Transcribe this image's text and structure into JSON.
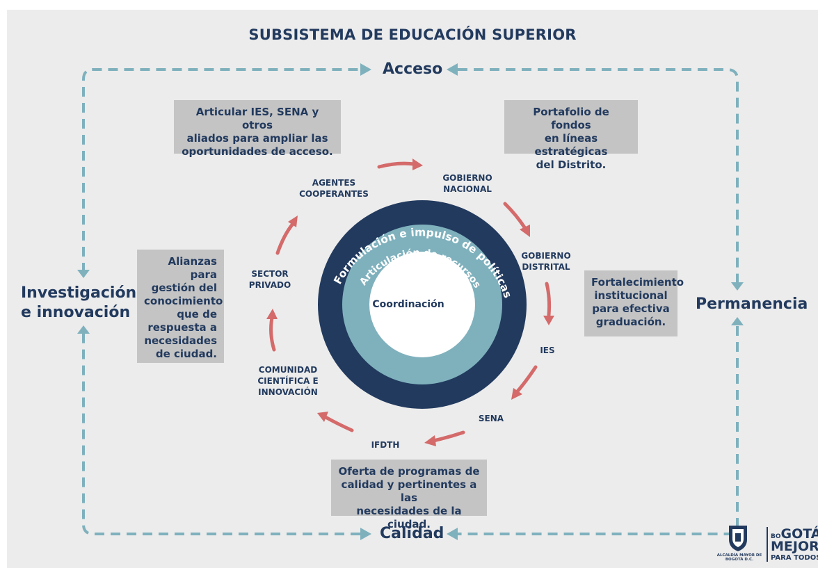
{
  "title": "SUBSISTEMA DE EDUCACIÓN SUPERIOR",
  "cycle": {
    "top": "Acceso",
    "right": "Permanencia",
    "bottom": "Calidad",
    "left": [
      "Investigación",
      "e innovación"
    ]
  },
  "boxes": {
    "top_left": [
      "Articular IES, SENA y otros",
      "aliados para ampliar las",
      "oportunidades de acceso."
    ],
    "top_right": [
      "Portafolio de fondos",
      "en líneas estratégicas",
      "del Distrito."
    ],
    "left": [
      "Alianzas para",
      "gestión del",
      "conocimiento",
      "que de",
      "respuesta a",
      "necesidades",
      "de ciudad."
    ],
    "right": [
      "Fortalecimiento",
      "institucional",
      "para efectiva",
      "graduación."
    ],
    "bottom": [
      "Oferta de programas de",
      "calidad y pertinentes a las",
      "necesidades de la ciudad."
    ]
  },
  "agents": {
    "agentes": [
      "AGENTES",
      "COOPERANTES"
    ],
    "gob_nacional": [
      "GOBIERNO",
      "NACIONAL"
    ],
    "gob_distrital": [
      "GOBIERNO",
      "DISTRITAL"
    ],
    "ies": "IES",
    "sena": "SENA",
    "ifdth": "IFDTH",
    "comunidad": [
      "COMUNIDAD",
      "CIENTÍFICA E",
      "INNOVACIÓN"
    ],
    "sector": [
      "SECTOR",
      "PRIVADO"
    ]
  },
  "center": {
    "outer_ring": "Formulación e impulso de políticas",
    "middle_ring": "Articulación de recursos",
    "core": "Coordinación"
  },
  "logo": {
    "alcaldia": "ALCALDÍA MAYOR DE BOGOTÁ D.C.",
    "bogota_small": "BO",
    "bogota_big": "GOTÁ",
    "mejor": "MEJOR",
    "para_todos": "PARA TODOS"
  },
  "colors": {
    "navy": "#223a5e",
    "teal_dash": "#7fb1bd",
    "teal_ring": "#7fb1bd",
    "arrow_red": "#d46a6a",
    "box_gray": "#c4c4c4",
    "background": "#ececec"
  }
}
